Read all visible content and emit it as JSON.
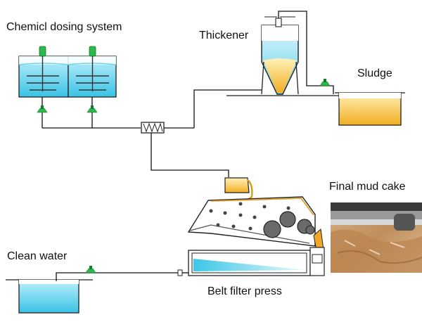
{
  "labels": {
    "dosing": "Chemicl dosing system",
    "thickener": "Thickener",
    "sludge": "Sludge",
    "mud_cake": "Final mud cake",
    "clean_water": "Clean water",
    "press": "Belt filter press"
  },
  "colors": {
    "water": "#3fc8e8",
    "water_light": "#c9f0fb",
    "sludge": "#f5b731",
    "sludge_light": "#fbe7a8",
    "valve": "#22bb44",
    "mud": "#c89a6c"
  }
}
